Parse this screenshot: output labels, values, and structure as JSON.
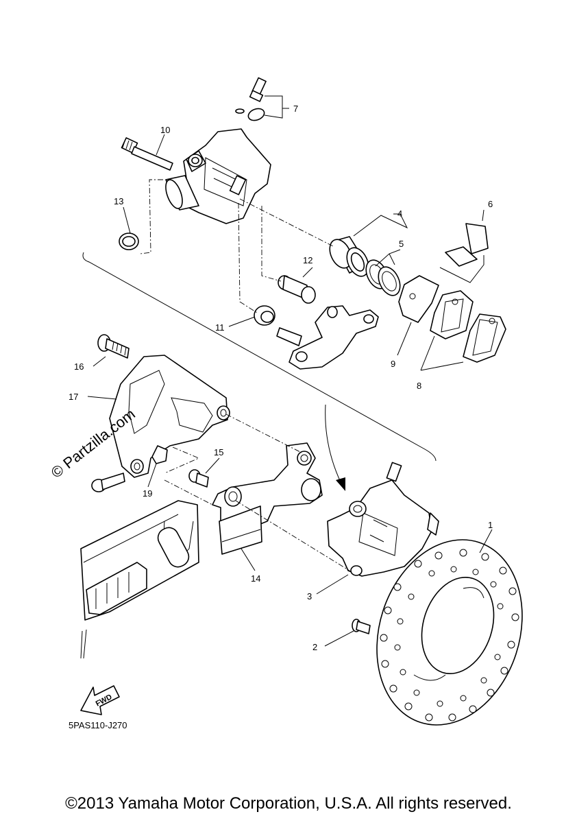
{
  "diagram": {
    "callouts": {
      "p1": "1",
      "p2": "2",
      "p3": "3",
      "p4": "4",
      "p5": "5",
      "p6": "6",
      "p7": "7",
      "p8": "8",
      "p9": "9",
      "p10": "10",
      "p11": "11",
      "p12": "12",
      "p13": "13",
      "p14": "14",
      "p15": "15",
      "p16": "16",
      "p17": "17",
      "p19": "19"
    },
    "watermark": "© Partzilla.com",
    "fwd_label": "FWD",
    "doc_code": "5PAS110-J270"
  },
  "footer": {
    "copyright": "©2013 Yamaha Motor Corporation, U.S.A. All rights reserved."
  }
}
